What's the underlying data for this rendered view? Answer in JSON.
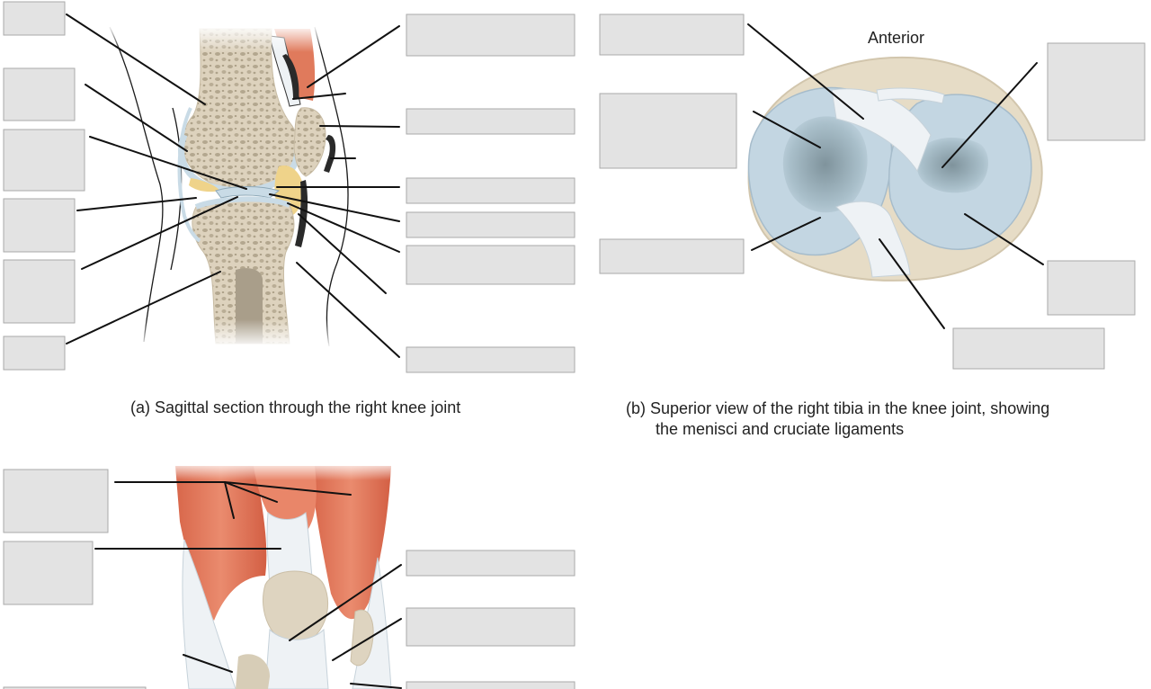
{
  "panel_a": {
    "caption": "(a) Sagittal section through the right knee joint"
  },
  "panel_b": {
    "caption_line1": "(b) Superior view of the right tibia in the knee joint, showing",
    "caption_line2": "the menisci and cruciate ligaments",
    "orientation_label": "Anterior"
  },
  "colors": {
    "bone": "#ded4c0",
    "marrow": "#a99e8a",
    "cartilage": "#c9dbe6",
    "muscle": "#e07a5c",
    "ligament": "#eef2f5",
    "fat_pad": "#efd38a",
    "label_box_fill": "#e3e3e3",
    "label_box_border": "#a9a9a9"
  }
}
